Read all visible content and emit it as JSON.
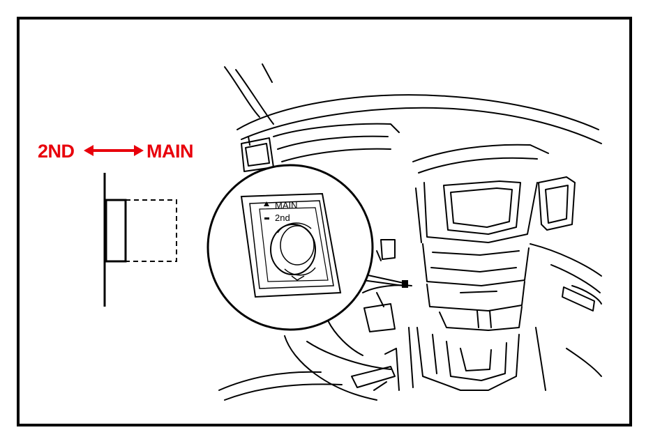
{
  "diagram": {
    "direction_left": "2ND",
    "direction_right": "MAIN",
    "switch_label_main": "MAIN",
    "switch_label_2nd": "2nd"
  },
  "colors": {
    "accent": "#e8000b",
    "line": "#000000",
    "background": "#ffffff"
  }
}
